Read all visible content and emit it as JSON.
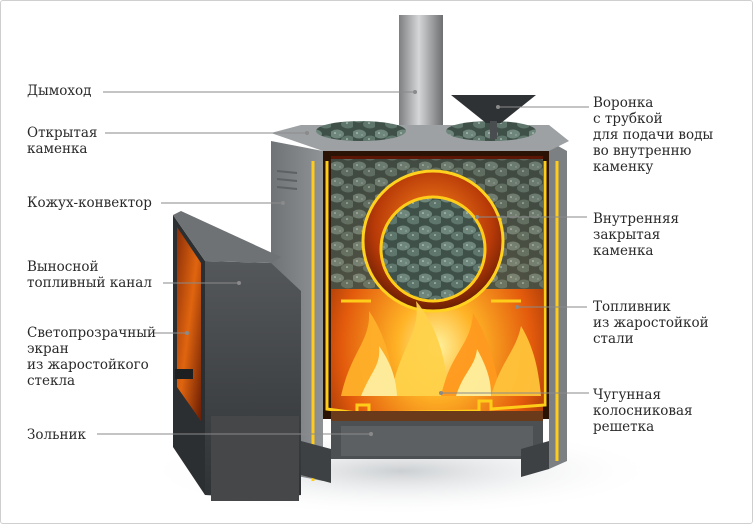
{
  "diagram": {
    "labels_left": [
      {
        "id": "chimney",
        "text": "Дымоход"
      },
      {
        "id": "open-heater",
        "text": "Открытая\nкаменка"
      },
      {
        "id": "casing",
        "text": "Кожух-конвектор"
      },
      {
        "id": "fuel-channel",
        "text": "Выносной\nтопливный канал"
      },
      {
        "id": "glass-screen",
        "text": "Светопрозрачный\nэкран\nиз жаростойкого\nстекла"
      },
      {
        "id": "ash-pit",
        "text": "Зольник"
      }
    ],
    "labels_right": [
      {
        "id": "funnel",
        "text": "Воронка\nс трубкой\nдля подачи воды\nво внутренню\nкаменку"
      },
      {
        "id": "inner-heater",
        "text": "Внутренняя\nзакрытая\nкаменка"
      },
      {
        "id": "firebox",
        "text": "Топливник\nиз жаростойкой\nстали"
      },
      {
        "id": "grate",
        "text": "Чугунная\nколосниковая\nрешетка"
      }
    ],
    "colors": {
      "stove_body": "#4a4d50",
      "stove_top": "#8c9094",
      "fire": "#ff7a1a",
      "glow": "#ffd21f",
      "stones": "#5c7268",
      "pipe": "#a8aaac",
      "leader_line": "#8a8a8a"
    }
  }
}
